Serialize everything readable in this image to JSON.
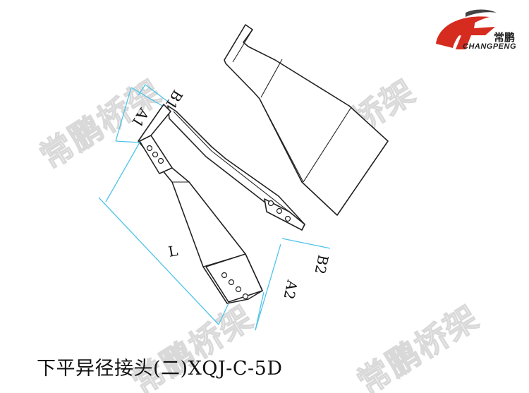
{
  "caption": "下平异径接头(二)XQJ-C-5D",
  "logo": {
    "name_cn": "常鹏",
    "name_en": "CHANGPENG",
    "brand_color": "#d62b1f"
  },
  "watermark": "常鹏桥架",
  "labels": {
    "a1": "A1",
    "b1": "B1",
    "length": "L",
    "b2": "B2",
    "a2": "A2"
  },
  "colors": {
    "dimension_line": "#4fc3e8",
    "outline": "#222222"
  }
}
